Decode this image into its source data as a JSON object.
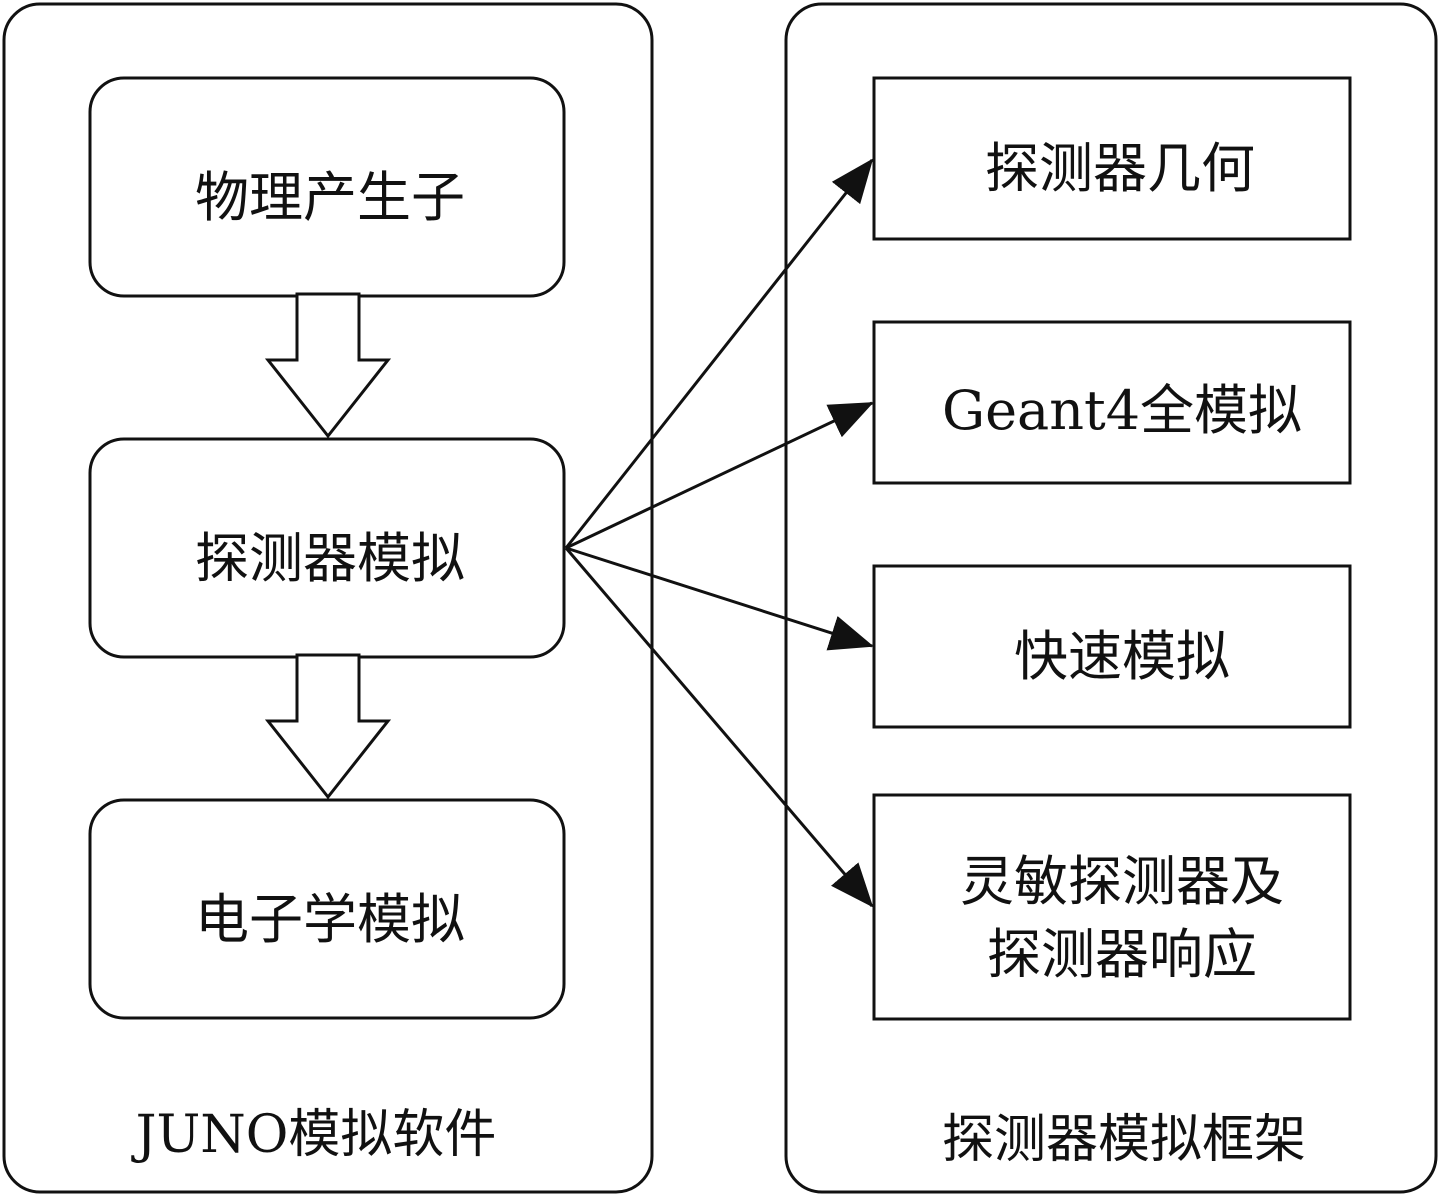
{
  "left_panel": {
    "title": "JUNO模拟软件",
    "steps": [
      {
        "label": "物理产生子"
      },
      {
        "label": "探测器模拟"
      },
      {
        "label": "电子学模拟"
      }
    ]
  },
  "right_panel": {
    "title": "探测器模拟框架",
    "items": [
      {
        "label": "探测器几何"
      },
      {
        "label": "Geant4全模拟"
      },
      {
        "label": "快速模拟"
      },
      {
        "label_line1": "灵敏探测器及",
        "label_line2": "探测器响应"
      }
    ]
  },
  "colors": {
    "stroke": "#111111",
    "background": "#ffffff"
  }
}
